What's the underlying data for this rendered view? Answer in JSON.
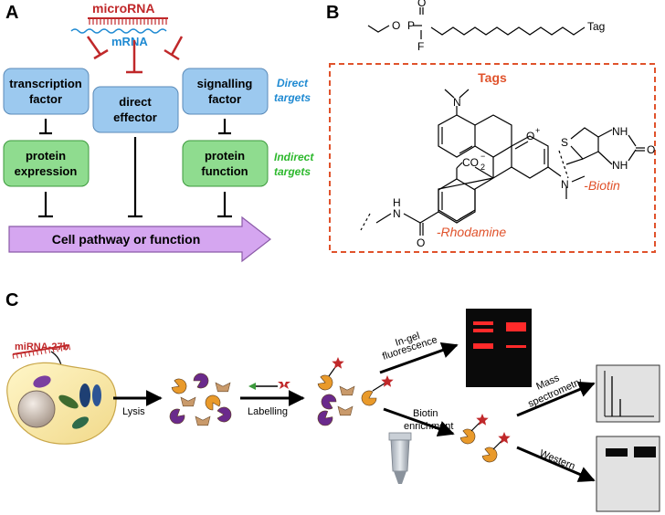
{
  "panel_a": {
    "letter": "A",
    "microrna": "microRNA",
    "mrna": "mRNA",
    "boxes": {
      "transcription": [
        "transcription",
        "factor"
      ],
      "direct_effector": [
        "direct",
        "effector"
      ],
      "signalling": [
        "signalling",
        "factor"
      ],
      "protein_expression": [
        "protein",
        "expression"
      ],
      "protein_function": [
        "protein",
        "function"
      ]
    },
    "direct_targets": [
      "Direct",
      "targets"
    ],
    "indirect_targets": [
      "Indirect",
      "targets"
    ],
    "pathway": "Cell pathway or function",
    "colors": {
      "blue_box": "#9cc9ef",
      "green_box": "#8fdc8f",
      "purple_arrow": "#d5a6f0",
      "inhibit_red": "#c0282a"
    }
  },
  "panel_b": {
    "letter": "B",
    "probe_atoms": {
      "o_ether": "O",
      "p": "P",
      "o_double": "O",
      "f": "F",
      "tag": "Tag"
    },
    "tags_title": "Tags",
    "rhodamine_atoms": {
      "n_top": "N",
      "co2": "CO",
      "co2_sub": "2",
      "co2_sup": "−",
      "o_plus": "O",
      "o_plus_sup": "+",
      "n_right": "N",
      "nh": "N",
      "nh_h": "H",
      "o_amide": "O"
    },
    "rhodamine_label": "-Rhodamine",
    "biotin_atoms": {
      "s": "S",
      "nh_top": "NH",
      "nh_bottom": "NH",
      "o": "O"
    },
    "biotin_label": "-Biotin",
    "colors": {
      "dashed_border": "#e0522b"
    }
  },
  "panel_c": {
    "letter": "C",
    "mirna_label": "miRNA-27b",
    "steps": {
      "lysis": "Lysis",
      "labelling": "Labelling",
      "ingel": [
        "In-gel",
        "fluorescence"
      ],
      "biotin": [
        "Biotin",
        "enrichment"
      ],
      "mass": [
        "Mass",
        "spectrometry"
      ],
      "western": "Western"
    }
  }
}
